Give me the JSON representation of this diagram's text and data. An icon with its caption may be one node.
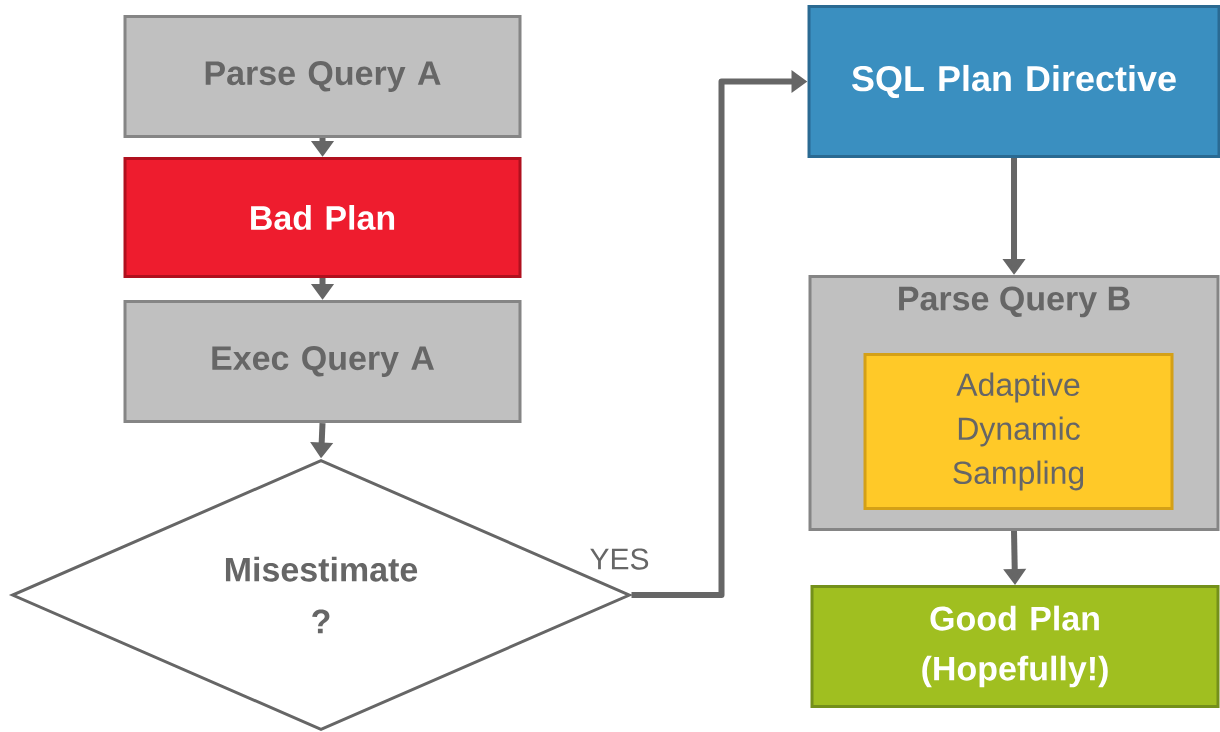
{
  "diagram": {
    "nodes": [
      {
        "text": [
          "Parse Query A"
        ]
      },
      {
        "text": [
          "Bad Plan"
        ]
      },
      {
        "text": [
          "Exec Query A"
        ]
      },
      {
        "text": [
          "Misestimate ?"
        ]
      },
      {
        "text": [
          "SQL Plan Directive"
        ]
      },
      {
        "text": [
          "Parse Query B"
        ]
      },
      {
        "text": [
          "Adaptive Dynamic Sampling"
        ],
        "in": 5
      },
      {
        "text": [
          "Good Plan (Hopefully!)"
        ]
      }
    ],
    "edges": [
      {
        "from": 0,
        "to": 1,
        "arrow": "to"
      },
      {
        "from": 1,
        "to": 2,
        "arrow": "to"
      },
      {
        "from": 2,
        "to": 3,
        "arrow": "to"
      },
      {
        "from": 3,
        "to": 4,
        "arrow": "to",
        "label": "YES"
      },
      {
        "from": 4,
        "to": 5,
        "arrow": "to"
      },
      {
        "from": 5,
        "to": 7,
        "arrow": "to"
      }
    ]
  }
}
